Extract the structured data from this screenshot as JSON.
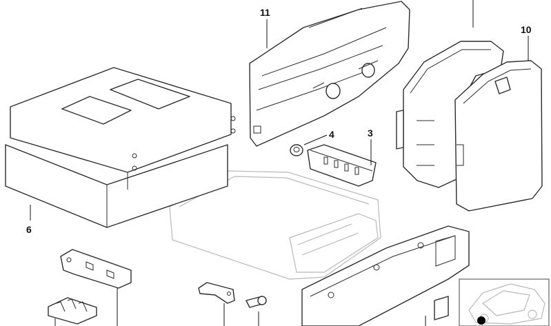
{
  "diagram": {
    "labels": {
      "part_11": "11",
      "part_10": "10",
      "part_4": "4",
      "part_3": "3",
      "part_6": "6"
    }
  }
}
